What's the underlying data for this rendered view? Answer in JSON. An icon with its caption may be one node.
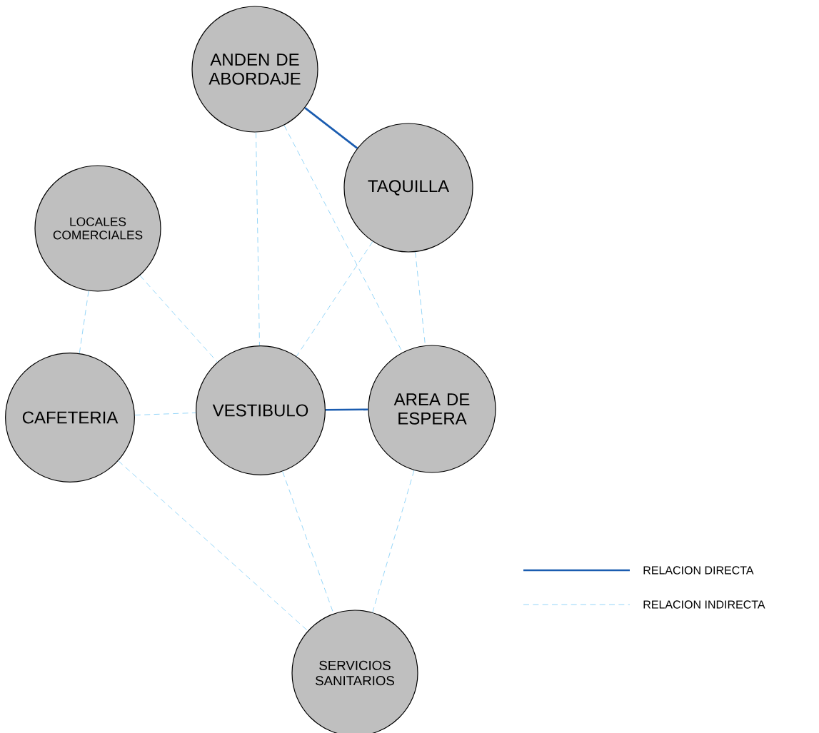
{
  "diagram": {
    "nodes": [
      {
        "text": [
          "ANDEN DE ABORDAJE"
        ]
      },
      {
        "text": [
          "TAQUILLA"
        ]
      },
      {
        "text": [
          "LOCALES COMERCIALES"
        ]
      },
      {
        "text": [
          "CAFETERIA"
        ]
      },
      {
        "text": [
          "VESTIBULO"
        ]
      },
      {
        "text": [
          "AREA DE ESPERA"
        ]
      },
      {
        "text": [
          "SERVICIOS SANITARIOS"
        ]
      }
    ],
    "edges": [
      {
        "from": 0,
        "to": 1,
        "arrow": "none",
        "style": "thick",
        "color": "#1a5cb0"
      },
      {
        "from": 0,
        "to": 4,
        "arrow": "none",
        "style": "dashed"
      },
      {
        "from": 0,
        "to": 5,
        "arrow": "none",
        "style": "dashed"
      },
      {
        "from": 1,
        "to": 4,
        "arrow": "none",
        "style": "dashed"
      },
      {
        "from": 1,
        "to": 5,
        "arrow": "none",
        "style": "dashed"
      },
      {
        "from": 2,
        "to": 3,
        "arrow": "none",
        "style": "dashed"
      },
      {
        "from": 2,
        "to": 4,
        "arrow": "none",
        "style": "dashed"
      },
      {
        "from": 3,
        "to": 4,
        "arrow": "none",
        "style": "dashed"
      },
      {
        "from": 4,
        "to": 5,
        "arrow": "none",
        "style": "thick",
        "color": "#1a5cb0"
      },
      {
        "from": 3,
        "to": 6,
        "arrow": "none",
        "style": "dashed"
      },
      {
        "from": 4,
        "to": 6,
        "arrow": "none",
        "style": "dashed"
      },
      {
        "from": 5,
        "to": 6,
        "arrow": "none",
        "style": "dashed"
      }
    ],
    "legend": [
      {
        "text": "RELACION DIRECTA"
      },
      {
        "text": "RELACION INDIRECTA"
      }
    ]
  }
}
